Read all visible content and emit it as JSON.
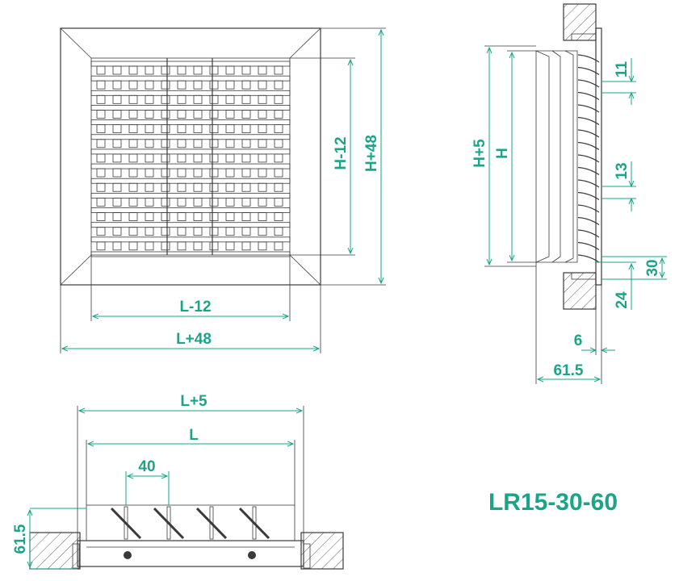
{
  "model": "LR15-30-60",
  "front_view": {
    "inner_width": "L-12",
    "outer_width": "L+48",
    "inner_height": "H-12",
    "outer_height": "H+48"
  },
  "side_view": {
    "outer_height": "H+5",
    "height": "H",
    "blade_pitch_top": "11",
    "blade_pitch_mid": "13",
    "flange_height": "30",
    "frame_width": "24",
    "wall_gap": "6",
    "depth": "61.5"
  },
  "top_view": {
    "outer_width": "L+5",
    "width": "L",
    "blade_spacing": "40",
    "depth": "61.5"
  },
  "colors": {
    "dimension": "#1aa588",
    "line": "#3a3a3a"
  }
}
